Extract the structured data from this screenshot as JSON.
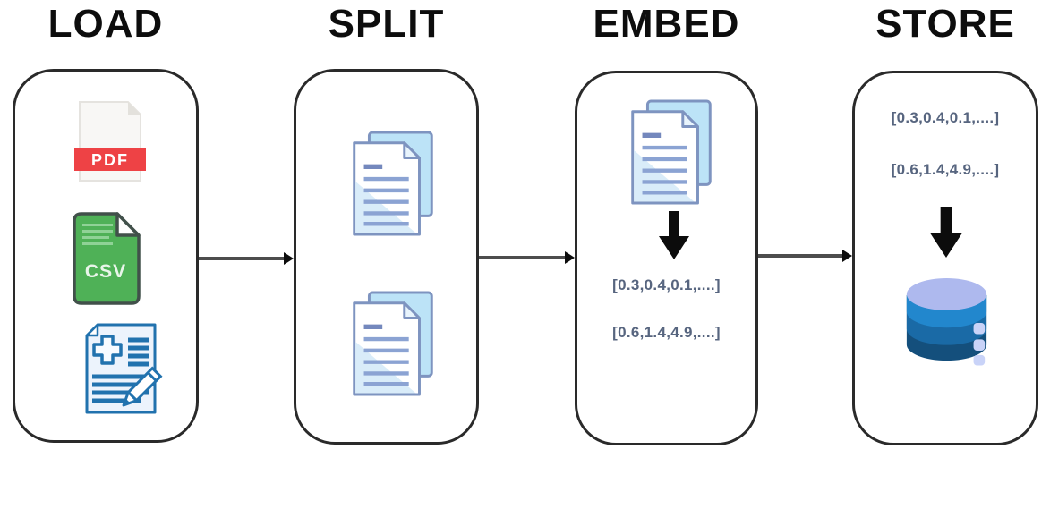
{
  "diagram_title": "",
  "stages": [
    {
      "id": "load",
      "label": "LOAD"
    },
    {
      "id": "split",
      "label": "SPLIT"
    },
    {
      "id": "embed",
      "label": "EMBED",
      "vector_rows": [
        "[0.3,0.4,0.1,....]",
        "[0.6,1.4,4.9,....]"
      ]
    },
    {
      "id": "store",
      "label": "STORE",
      "vector_rows": [
        "[0.3,0.4,0.1,....]",
        "[0.6,1.4,4.9,....]"
      ]
    }
  ],
  "file_badges": {
    "pdf": "PDF",
    "csv": "CSV"
  },
  "icons": {
    "load": [
      "pdf-file-icon",
      "csv-file-icon",
      "medical-document-icon"
    ],
    "split": [
      "document-stack-icon",
      "document-stack-icon"
    ],
    "embed": [
      "document-stack-icon",
      "down-arrow-icon"
    ],
    "store": [
      "down-arrow-icon",
      "database-icon"
    ]
  },
  "colors": {
    "pdf_red": "#ee4245",
    "csv_green": "#4fb157",
    "doc_back_fill": "#bce3f7",
    "doc_stroke": "#7e94c0",
    "doc_line": "#8ba3d3",
    "medical_blue": "#2172ae",
    "db_top": "#aeb9ee",
    "db_band1": "#2287cd",
    "db_band2": "#1a6aa6",
    "db_band3": "#144f7c",
    "vector_text": "#57657f",
    "flow_arrow": "#4d4d4d",
    "panel_border": "#2a2a2a",
    "title_text": "#0d0d0d"
  }
}
